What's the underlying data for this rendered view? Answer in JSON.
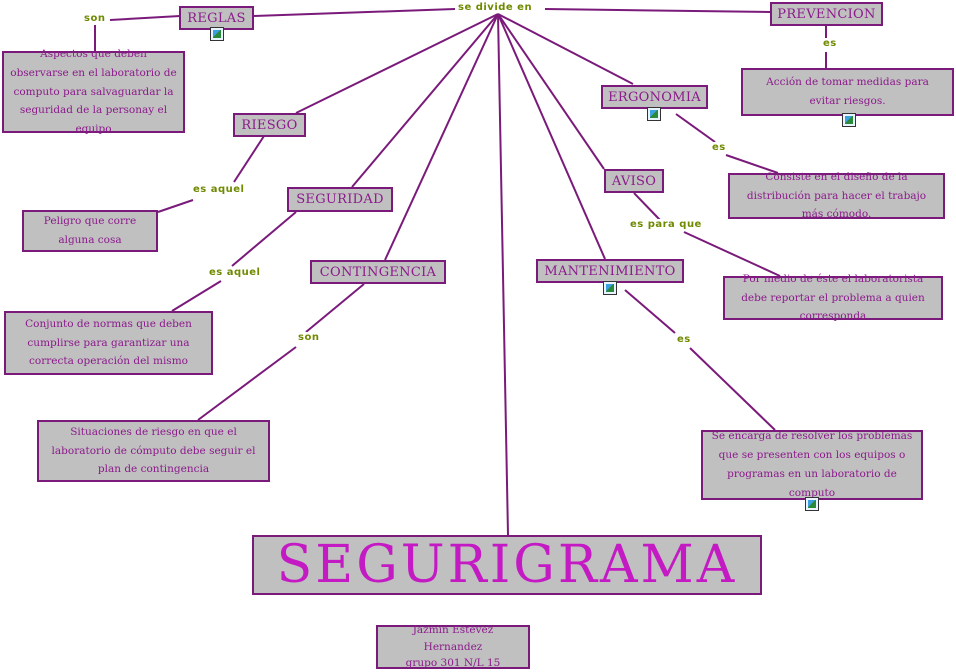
{
  "title": "SEGURIGRAMA",
  "author": {
    "name": "Jazmin Estevez Hernandez",
    "group": "grupo 301 N/L 15"
  },
  "link_labels": {
    "divide": "se divide en",
    "son_reglas": "son",
    "es_prevencion": "es",
    "es_ergonomia": "es",
    "riesgo": "es aquel",
    "seguridad": "es aquel",
    "aviso": "es para que",
    "contingencia": "son",
    "mantenimiento": "es"
  },
  "categories": {
    "reglas": "REGLAS",
    "prevencion": "PREVENCION",
    "ergonomia": "ERGONOMIA",
    "riesgo": "RIESGO",
    "aviso": "AVISO",
    "seguridad": "SEGURIDAD",
    "contingencia": "CONTINGENCIA",
    "mantenimiento": "MANTENIMIENTO"
  },
  "descriptions": {
    "reglas": "Aspectos que deben observarse en el laboratorio de computo para salvaguardar la seguridad de la personay el equipo",
    "prevencion": "Acción de tomar medidas para evitar riesgos.",
    "ergonomia": "Consiste en el diseño de la distribución para hacer el trabajo más cómodo.",
    "riesgo": "Peligro que corre alguna cosa",
    "aviso": "Por medio de éste el laboratorista debe reportar el problema a quien corresponda",
    "seguridad": "Conjunto de normas que deben cumplirse para garantizar una correcta operación del mismo",
    "contingencia": "Situaciones de riesgo en que el laboratorio de cómputo debe seguir el plan de contingencia",
    "mantenimiento": "Se encarga de resolver los problemas que se presenten con los equipos o programas en un laboratorio de computo"
  },
  "icons": [
    "image-icon",
    "image-icon",
    "image-icon",
    "image-icon",
    "image-icon"
  ],
  "colors": {
    "line": "#7a1a7a",
    "box_fill": "#c0c0c0",
    "text": "#8b1a8b",
    "title_text": "#c41ac4",
    "link_label": "#6f8a00"
  }
}
